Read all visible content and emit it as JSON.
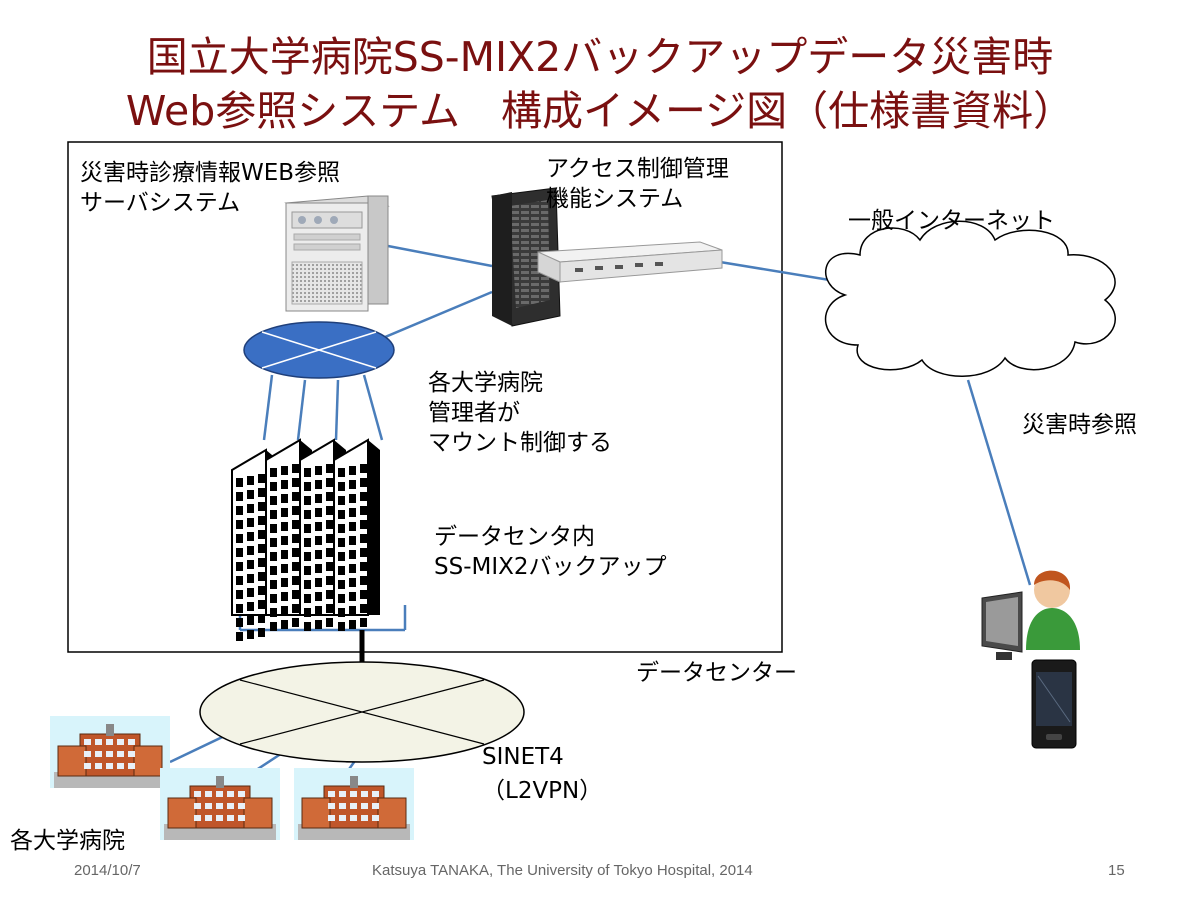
{
  "title": {
    "line1": "国立大学病院SS-MIX2バックアップデータ災害時",
    "line2": "Web参照システム　構成イメージ図（仕様書資料）"
  },
  "labels": {
    "web_server": [
      "災害時診療情報WEB参照",
      "サーバシステム"
    ],
    "access_control": [
      "アクセス制御管理",
      "機能システム"
    ],
    "internet": "一般インターネット",
    "admin": [
      "各大学病院",
      "管理者が",
      "マウント制御する"
    ],
    "backup": [
      "データセンタ内",
      "SS-MIX2バックアップ"
    ],
    "datacenter": "データセンター",
    "disaster_ref": "災害時参照",
    "sinet": [
      "SINET4",
      "（L2VPN）"
    ],
    "hospitals": "各大学病院"
  },
  "footer": {
    "date": "2014/10/7",
    "credit": "Katsuya TANAKA, The University of  Tokyo Hospital, 2014",
    "page": "15"
  },
  "colors": {
    "title": "#7a1010",
    "link_line": "#4a7ebb",
    "hub_fill": "#3a6fc4",
    "sinet_fill": "#f3f3e6"
  },
  "icons": [
    "server-tower-icon",
    "rack-server-icon",
    "network-appliance-icon",
    "cloud-icon",
    "network-hub-icon",
    "building-icon",
    "hospital-icon",
    "user-at-computer-icon",
    "smartphone-icon"
  ]
}
